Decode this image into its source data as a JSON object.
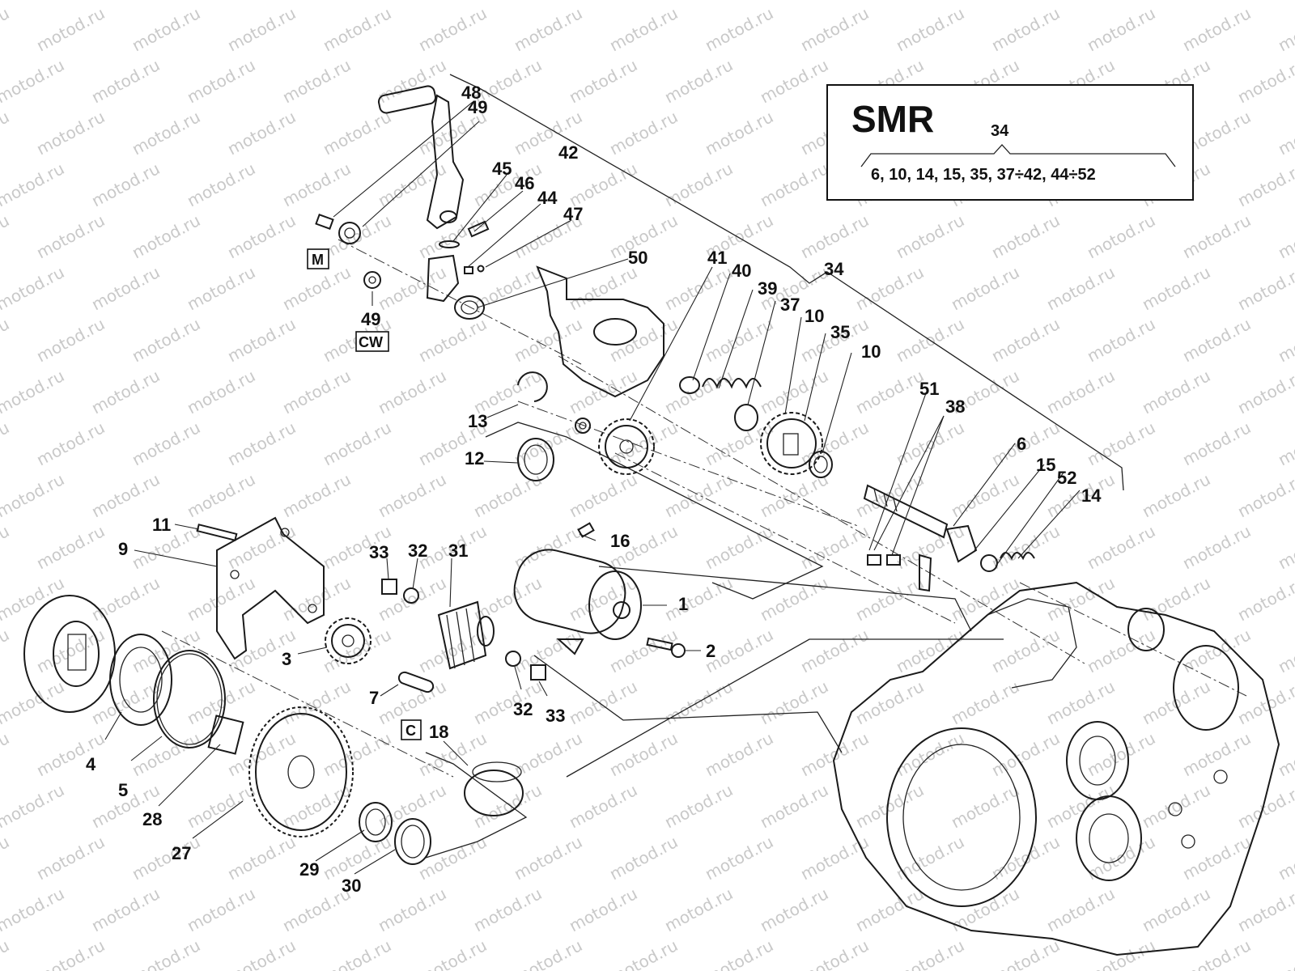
{
  "watermark": "motod.ru",
  "legend": {
    "title": "SMR",
    "group_number": "34",
    "group_items": "6, 10, 14, 15, 35, 37÷42, 44÷52"
  },
  "tags": {
    "m": "M",
    "cw": "CW",
    "c": "C"
  },
  "labels": {
    "n1": "1",
    "n2": "2",
    "n3": "3",
    "n4": "4",
    "n5": "5",
    "n6": "6",
    "n7": "7",
    "n9": "9",
    "n10a": "10",
    "n10b": "10",
    "n11": "11",
    "n12": "12",
    "n13": "13",
    "n14": "14",
    "n15": "15",
    "n16": "16",
    "n18": "18",
    "n27": "27",
    "n28": "28",
    "n29": "29",
    "n30": "30",
    "n31": "31",
    "n32a": "32",
    "n32b": "32",
    "n33a": "33",
    "n33b": "33",
    "n34": "34",
    "n35": "35",
    "n37": "37",
    "n38": "38",
    "n39": "39",
    "n40": "40",
    "n41": "41",
    "n42": "42",
    "n44": "44",
    "n45": "45",
    "n46": "46",
    "n47": "47",
    "n48": "48",
    "n49a": "49",
    "n49b": "49",
    "n50": "50",
    "n51": "51",
    "n52": "52"
  }
}
